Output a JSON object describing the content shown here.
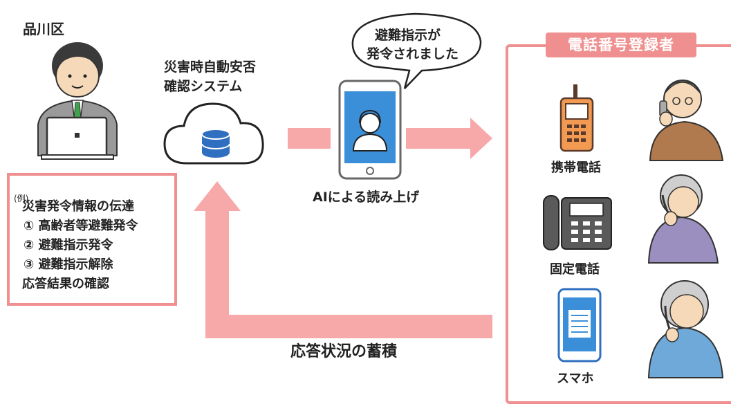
{
  "operator_label": "品川区",
  "system_label": [
    "災害時自動安否",
    "確認システム"
  ],
  "speech_bubble": [
    "避難指示が",
    "発令されました"
  ],
  "ai_label": "AIによる読み上げ",
  "accumulation_label": "応答状況の蓄積",
  "steps_panel": {
    "example_tag": "(例)",
    "heading": "災害発令情報の伝達",
    "items": [
      "① 高齢者等避難発令",
      "② 避難指示発令",
      "③ 避難指示解除"
    ],
    "footer": "応答結果の確認"
  },
  "registrants": {
    "title": "電話番号登録者",
    "devices": [
      "携帯電話",
      "固定電話",
      "スマホ"
    ]
  },
  "colors": {
    "arrow": "#f7a9a9",
    "box_border": "#f08f8f",
    "phone_screen": "#3b8fd9",
    "cloud_db": "#2f6fc0",
    "device_orange": "#f29a52",
    "device_gray": "#5a5a5a"
  }
}
